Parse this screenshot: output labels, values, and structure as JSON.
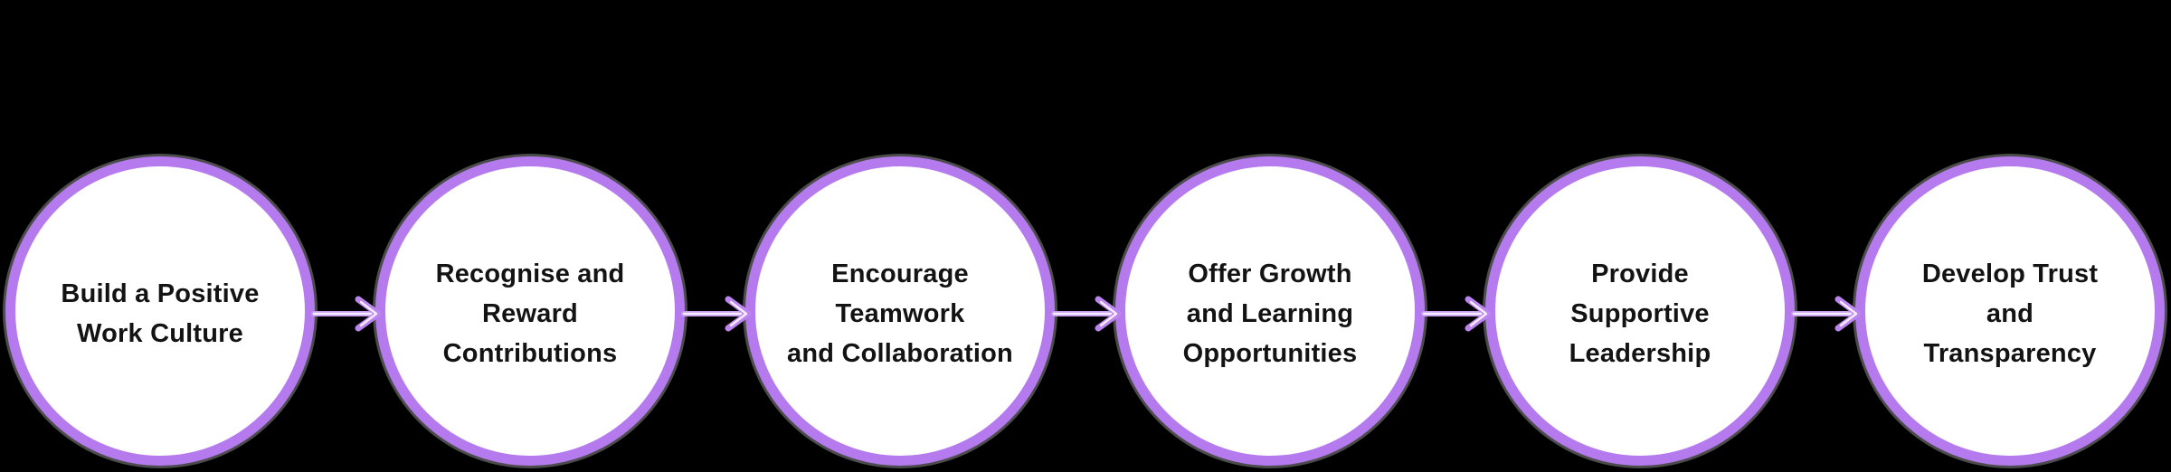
{
  "colors": {
    "background": "#000000",
    "circle_fill": "#ffffff",
    "circle_ring": "#b57bee",
    "ring_outline": "#8a8a8a",
    "arrow_glow": "#c79bf0",
    "arrow_head": "#bb84ee",
    "arrow_shaft": "#f6eefe",
    "text": "#131313"
  },
  "flow": {
    "type": "horizontal-process-flow",
    "direction": "left-to-right",
    "connector": "arrow-right",
    "steps": [
      {
        "label": "Build a Positive Work Culture",
        "lines": [
          "Build a Positive",
          "Work Culture"
        ]
      },
      {
        "label": "Recognise and Reward Contributions",
        "lines": [
          "Recognise and",
          "Reward",
          "Contributions"
        ]
      },
      {
        "label": "Encourage Teamwork and Collaboration",
        "lines": [
          "Encourage",
          "Teamwork",
          "and Collaboration"
        ]
      },
      {
        "label": "Offer Growth and Learning Opportunities",
        "lines": [
          "Offer Growth",
          "and Learning",
          "Opportunities"
        ]
      },
      {
        "label": "Provide Supportive Leadership",
        "lines": [
          "Provide",
          "Supportive",
          "Leadership"
        ]
      },
      {
        "label": "Develop Trust and Transparency",
        "lines": [
          "Develop Trust",
          "and",
          "Transparency"
        ]
      }
    ]
  }
}
